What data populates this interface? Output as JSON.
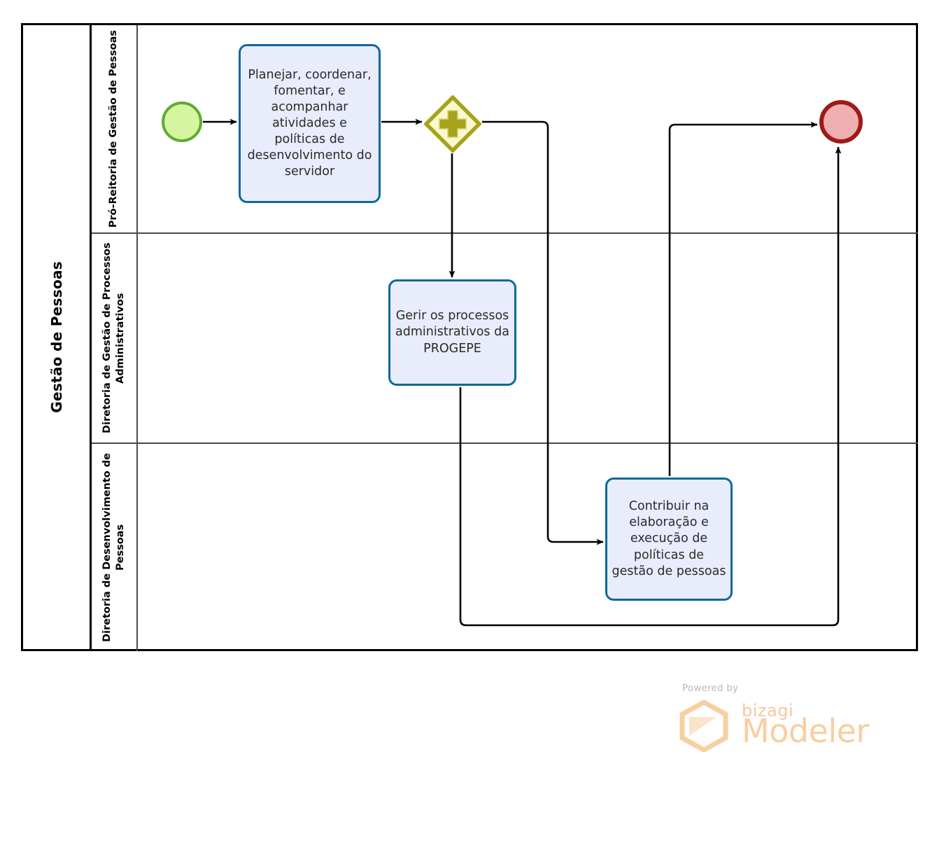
{
  "diagram": {
    "type": "bpmn-process-diagram",
    "pool": {
      "label": "Gestão de Pessoas"
    },
    "lanes": [
      {
        "id": "lane-pro-reitoria",
        "label": "Pró-Reitoria de Gestão de Pessoas"
      },
      {
        "id": "lane-diretoria-processos",
        "label": "Diretoria de Gestão de Processos Administrativos"
      },
      {
        "id": "lane-diretoria-desenvolvimento",
        "label": "Diretoria de Desenvolvimento de Pessoas"
      }
    ],
    "events": {
      "start": {
        "name": "start-event",
        "label": ""
      },
      "end": {
        "name": "end-event",
        "label": ""
      }
    },
    "gateway": {
      "name": "parallel-gateway",
      "symbol": "+",
      "label": ""
    },
    "tasks": [
      {
        "id": "task-planejar",
        "label": "Planejar, coordenar, fomentar, e acompanhar atividades e políticas de desenvolvimento do servidor",
        "lane": "lane-pro-reitoria"
      },
      {
        "id": "task-gerir",
        "label": "Gerir os processos administrativos da PROGEPE",
        "lane": "lane-diretoria-processos"
      },
      {
        "id": "task-contribuir",
        "label": "Contribuir na elaboração e execução de políticas de gestão de pessoas",
        "lane": "lane-diretoria-desenvolvimento"
      }
    ],
    "flows": [
      {
        "from": "start-event",
        "to": "task-planejar"
      },
      {
        "from": "task-planejar",
        "to": "parallel-gateway"
      },
      {
        "from": "parallel-gateway",
        "to": "task-gerir"
      },
      {
        "from": "parallel-gateway",
        "to": "task-contribuir"
      },
      {
        "from": "task-contribuir",
        "to": "end-event"
      },
      {
        "from": "task-gerir",
        "to": "end-event"
      }
    ],
    "colors": {
      "task_fill": "#e8ecfb",
      "task_border": "#0d6998",
      "start_fill": "#d6f5a0",
      "start_border": "#62a934",
      "end_fill": "#edafaf",
      "end_border": "#9e1a1a",
      "gateway_fill": "#fbf8cd",
      "gateway_border": "#a5a41a",
      "lane_border": "#4a4a4a",
      "pool_border": "#000000"
    }
  },
  "watermark": {
    "powered_by": "Powered by",
    "brand": "bizagi",
    "product": "Modeler"
  }
}
